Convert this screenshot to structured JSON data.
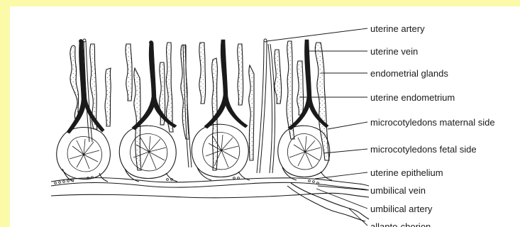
{
  "labels": [
    {
      "id": "uterine-artery",
      "text": "uterine artery"
    },
    {
      "id": "uterine-vein",
      "text": "uterine vein"
    },
    {
      "id": "endometrial-glands",
      "text": "endometrial glands"
    },
    {
      "id": "uterine-endometrium",
      "text": "uterine endometrium"
    },
    {
      "id": "microcotyledons-maternal-side",
      "text": "microcotyledons maternal side"
    },
    {
      "id": "microcotyledons-fetal-side",
      "text": "microcotyledons fetal side"
    },
    {
      "id": "uterine-epithelium",
      "text": "uterine epithelium"
    },
    {
      "id": "umbilical-vein",
      "text": "umbilical vein"
    },
    {
      "id": "umbilical-artery",
      "text": "umbilical artery"
    },
    {
      "id": "allanto-chorion",
      "text": "allanto-chorion"
    }
  ],
  "colors": {
    "background": "#fbfaa8",
    "panel": "#ffffff",
    "ink": "#1a1a1a"
  }
}
